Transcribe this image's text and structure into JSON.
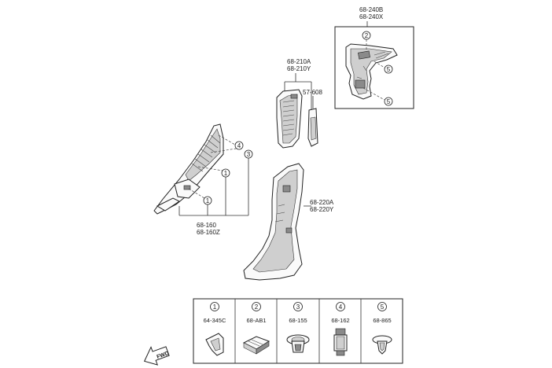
{
  "callouts": {
    "part_68_240": [
      "68-240B",
      "68-240X"
    ],
    "part_68_210": [
      "68-210A",
      "68-210Y"
    ],
    "part_57_608": "57-608",
    "part_68_220": [
      "68-220A",
      "68-220Y"
    ],
    "part_68_160": [
      "68-160",
      "68-160Z"
    ]
  },
  "circle_markers": {
    "box_2": "2",
    "box_5a": "5",
    "box_5b": "5",
    "a_pillar_4": "4",
    "a_pillar_3": "3",
    "a_pillar_1a": "1",
    "a_pillar_1b": "1"
  },
  "fastener_table": [
    {
      "num": "1",
      "part": "64-345C"
    },
    {
      "num": "2",
      "part": "68-AB1"
    },
    {
      "num": "3",
      "part": "68-155"
    },
    {
      "num": "4",
      "part": "68-162"
    },
    {
      "num": "5",
      "part": "68-865"
    }
  ],
  "fwd_label": "FWD"
}
